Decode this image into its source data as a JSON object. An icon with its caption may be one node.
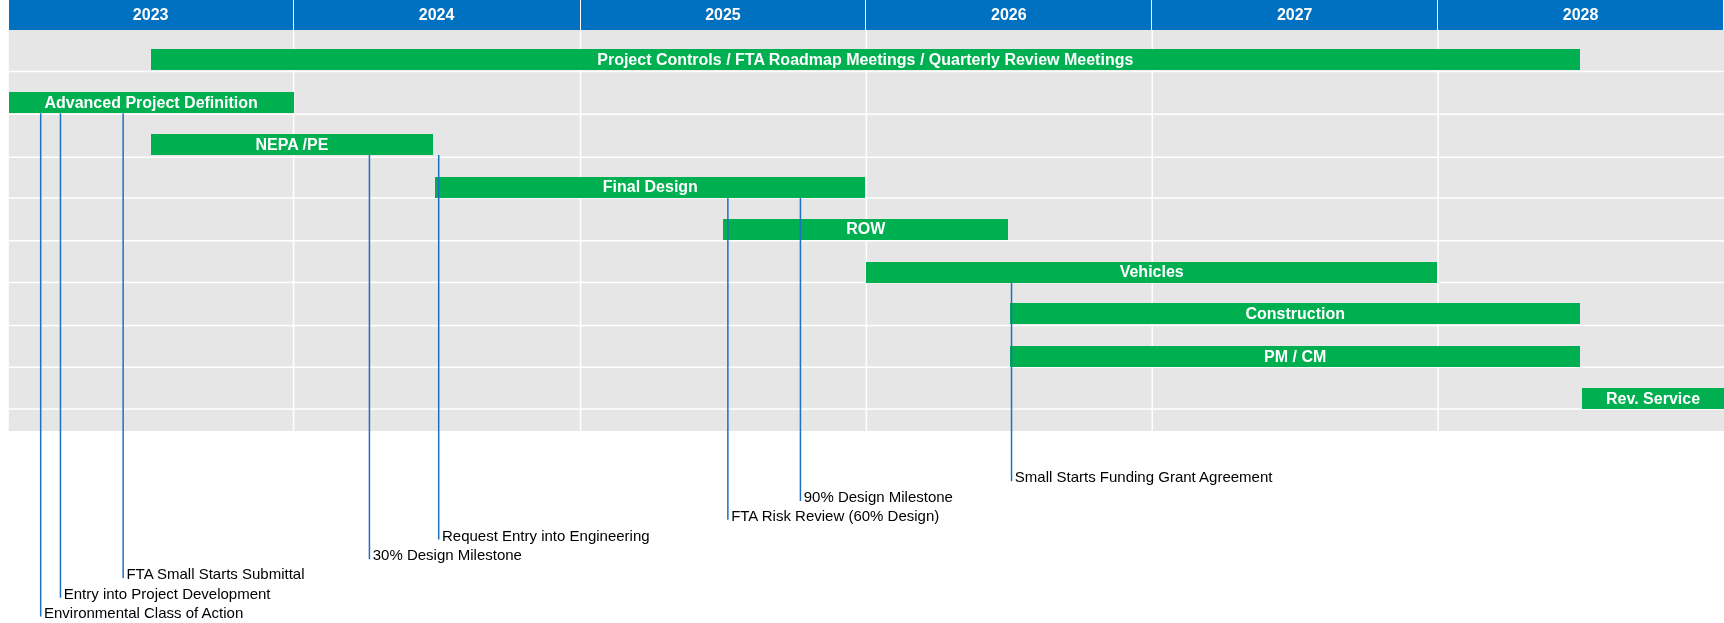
{
  "diagram": {
    "nodes": [
      {
        "text": [
          "2023"
        ]
      },
      {
        "text": [
          "2024"
        ]
      },
      {
        "text": [
          "2025"
        ]
      },
      {
        "text": [
          "2026"
        ]
      },
      {
        "text": [
          "2027"
        ]
      },
      {
        "text": [
          "2028"
        ]
      },
      {
        "text": [
          "Project Controls / FTA Roadmap Meetings / Quarterly Review Meetings"
        ]
      },
      {
        "text": [
          "Advanced Project Definition"
        ]
      },
      {
        "text": [
          "NEPA /PE"
        ]
      },
      {
        "text": [
          "Final Design"
        ]
      },
      {
        "text": [
          "ROW"
        ]
      },
      {
        "text": [
          "Vehicles"
        ]
      },
      {
        "text": [
          "Construction"
        ]
      },
      {
        "text": [
          "PM / CM"
        ]
      },
      {
        "text": [
          "Rev. Service"
        ]
      },
      {
        "text": [
          "Environmental Class of Action"
        ]
      },
      {
        "text": [
          "Entry into Project Development"
        ]
      },
      {
        "text": [
          "FTA Small Starts Submittal"
        ]
      },
      {
        "text": [
          "30% Design Milestone"
        ]
      },
      {
        "text": [
          "Request Entry into Engineering"
        ]
      },
      {
        "text": [
          "FTA Risk Review (60% Design)"
        ]
      },
      {
        "text": [
          "90% Design Milestone"
        ]
      },
      {
        "text": [
          "Small Starts Funding Grant Agreement"
        ]
      }
    ],
    "edges": [
      {
        "from": 15,
        "to": 7,
        "arrow": "none"
      },
      {
        "from": 16,
        "to": 7,
        "arrow": "none"
      },
      {
        "from": 17,
        "to": 7,
        "arrow": "none"
      },
      {
        "from": 18,
        "to": 8,
        "arrow": "none"
      },
      {
        "from": 19,
        "to": 8,
        "arrow": "none"
      },
      {
        "from": 20,
        "to": 9,
        "arrow": "none"
      },
      {
        "from": 21,
        "to": 9,
        "arrow": "none"
      },
      {
        "from": 22,
        "to": 11,
        "arrow": "none"
      }
    ]
  }
}
